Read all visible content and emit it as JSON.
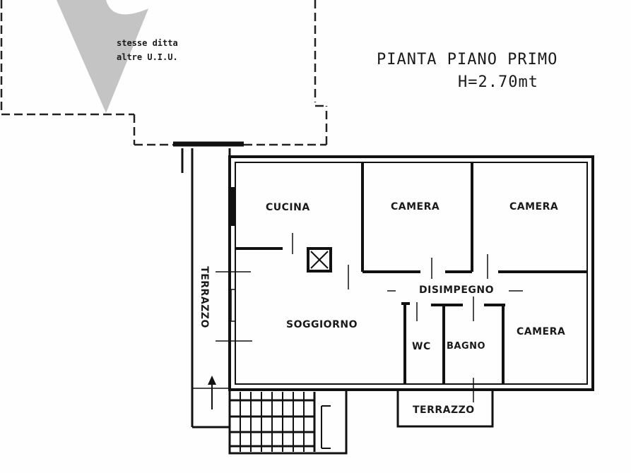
{
  "header": {
    "title": "PIANTA PIANO PRIMO",
    "height_label": "H=2.70mt"
  },
  "note": {
    "line1": "stesse ditta",
    "line2": "altre U.I.U."
  },
  "rooms": [
    {
      "id": "cucina",
      "label": "CUCINA"
    },
    {
      "id": "camera1",
      "label": "CAMERA"
    },
    {
      "id": "camera2",
      "label": "CAMERA"
    },
    {
      "id": "soggiorno",
      "label": "SOGGIORNO"
    },
    {
      "id": "disimpegno",
      "label": "DISIMPEGNO"
    },
    {
      "id": "wc",
      "label": "WC"
    },
    {
      "id": "bagno",
      "label": "BAGNO"
    },
    {
      "id": "camera3",
      "label": "CAMERA"
    },
    {
      "id": "terrazzo_side",
      "label": "TERRAZZO"
    },
    {
      "id": "terrazzo_bottom",
      "label": "TERRAZZO"
    }
  ],
  "colors": {
    "wall": "#111111",
    "background": "#fefefe",
    "watermark": "#c4c4c4"
  }
}
